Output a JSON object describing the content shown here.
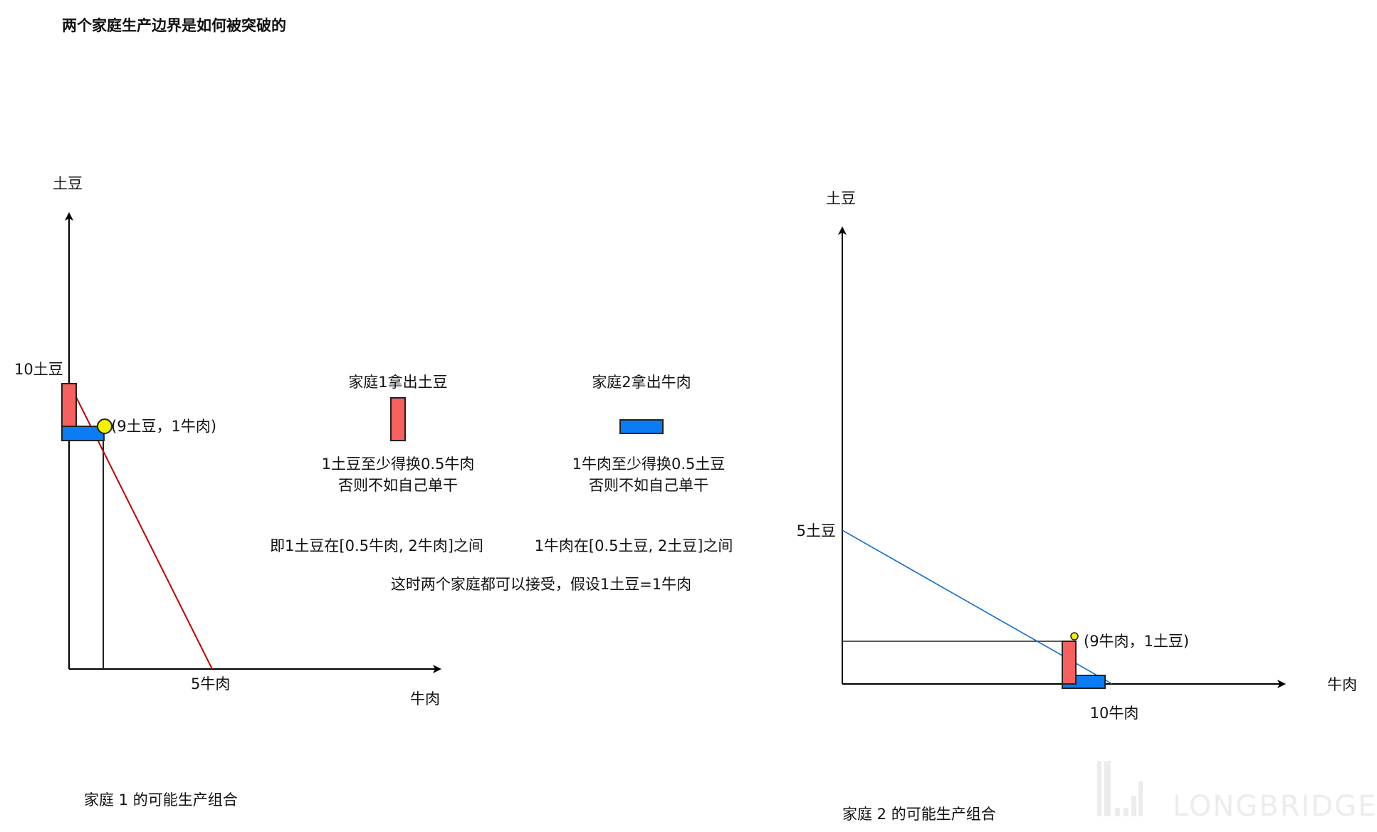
{
  "title": "两个家庭生产边界是如何被突破的",
  "chart1": {
    "y_axis_label": "土豆",
    "x_axis_label": "牛肉",
    "y_intercept_label": "10土豆",
    "x_intercept_label": "5牛肉",
    "point_label": "(9土豆，1牛肉)",
    "caption": "家庭 1 的可能生产组合",
    "line_color": "#c00000"
  },
  "chart2": {
    "y_axis_label": "土豆",
    "x_axis_label": "牛肉",
    "y_intercept_label": "5土豆",
    "x_intercept_label": "10牛肉",
    "point_label": "(9牛肉，1土豆)",
    "caption": "家庭 2 的可能生产组合",
    "line_color": "#0066cc"
  },
  "legend": {
    "family1": {
      "title": "家庭1拿出土豆",
      "line1": "1土豆至少得换0.5牛肉",
      "line2": "否则不如自己单干",
      "range": "即1土豆在[0.5牛肉, 2牛肉]之间",
      "color": "#f8605f"
    },
    "family2": {
      "title": "家庭2拿出牛肉",
      "line1": "1牛肉至少得换0.5土豆",
      "line2": "否则不如自己单干",
      "range": "1牛肉在[0.5土豆, 2土豆]之间",
      "color": "#0a7cf5"
    },
    "conclusion": "这时两个家庭都可以接受，假设1土豆=1牛肉"
  },
  "watermark": "LONGBRIDGE"
}
